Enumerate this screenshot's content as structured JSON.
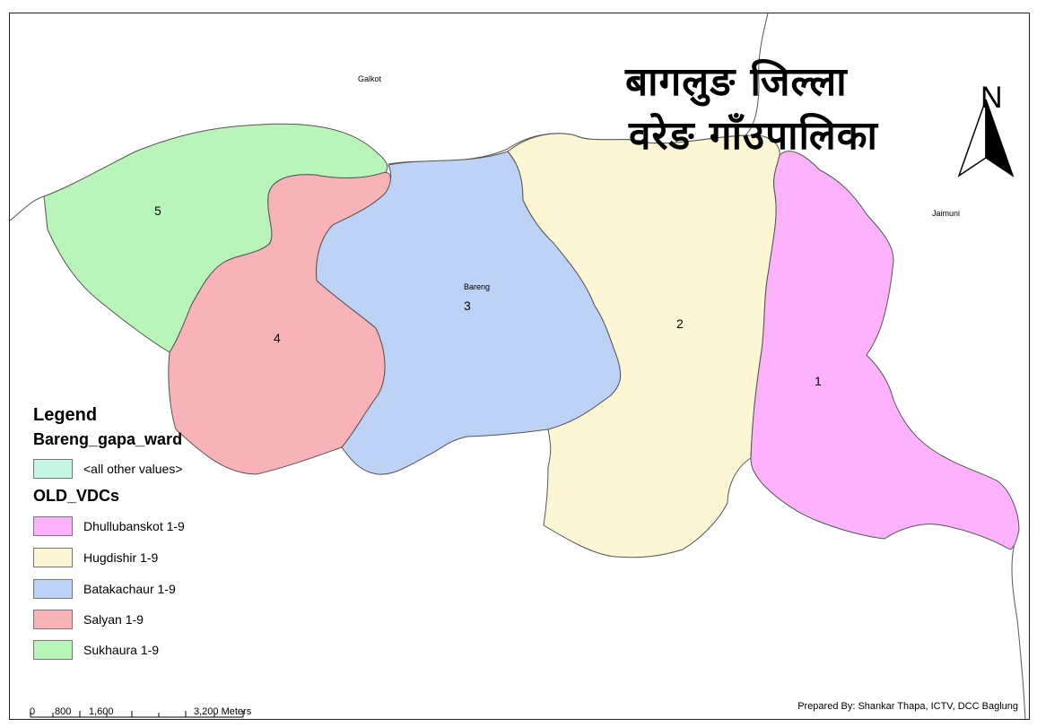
{
  "title": {
    "line1": "बागलुङ जिल्ला",
    "line2": "वरेङ गाँउपालिका"
  },
  "north_label": "N",
  "places": {
    "galkot": "Galkot",
    "jaimuni": "Jaimuni",
    "bareng": "Bareng"
  },
  "wards": [
    {
      "label": "1",
      "vdc": "Dhullubanskot 1-9",
      "color": "#fcb3fc"
    },
    {
      "label": "2",
      "vdc": "Hugdishir 1-9",
      "color": "#fcf6d4"
    },
    {
      "label": "3",
      "vdc": "Batakachaur 1-9",
      "color": "#bed2f6"
    },
    {
      "label": "4",
      "vdc": "Salyan 1-9",
      "color": "#f8b3b8"
    },
    {
      "label": "5",
      "vdc": "Sukhaura 1-9",
      "color": "#b9f4b9"
    }
  ],
  "legend": {
    "heading": "Legend",
    "layer1": "Bareng_gapa_ward",
    "layer1_item": {
      "label": "<all other values>",
      "color": "#c6f6e4"
    },
    "layer2": "OLD_VDCs",
    "items": [
      {
        "label": "Dhullubanskot 1-9",
        "color": "#fcb3fc"
      },
      {
        "label": "Hugdishir 1-9",
        "color": "#fcf6d4"
      },
      {
        "label": "Batakachaur 1-9",
        "color": "#bed2f6"
      },
      {
        "label": "Salyan 1-9",
        "color": "#f8b3b8"
      },
      {
        "label": "Sukhaura 1-9",
        "color": "#b9f4b9"
      }
    ]
  },
  "scale_bar": {
    "labels": [
      "0",
      "800",
      "1,600",
      "3,200 Meters"
    ]
  },
  "credit": "Prepared By: Shankar Thapa, ICTV, DCC Baglung"
}
